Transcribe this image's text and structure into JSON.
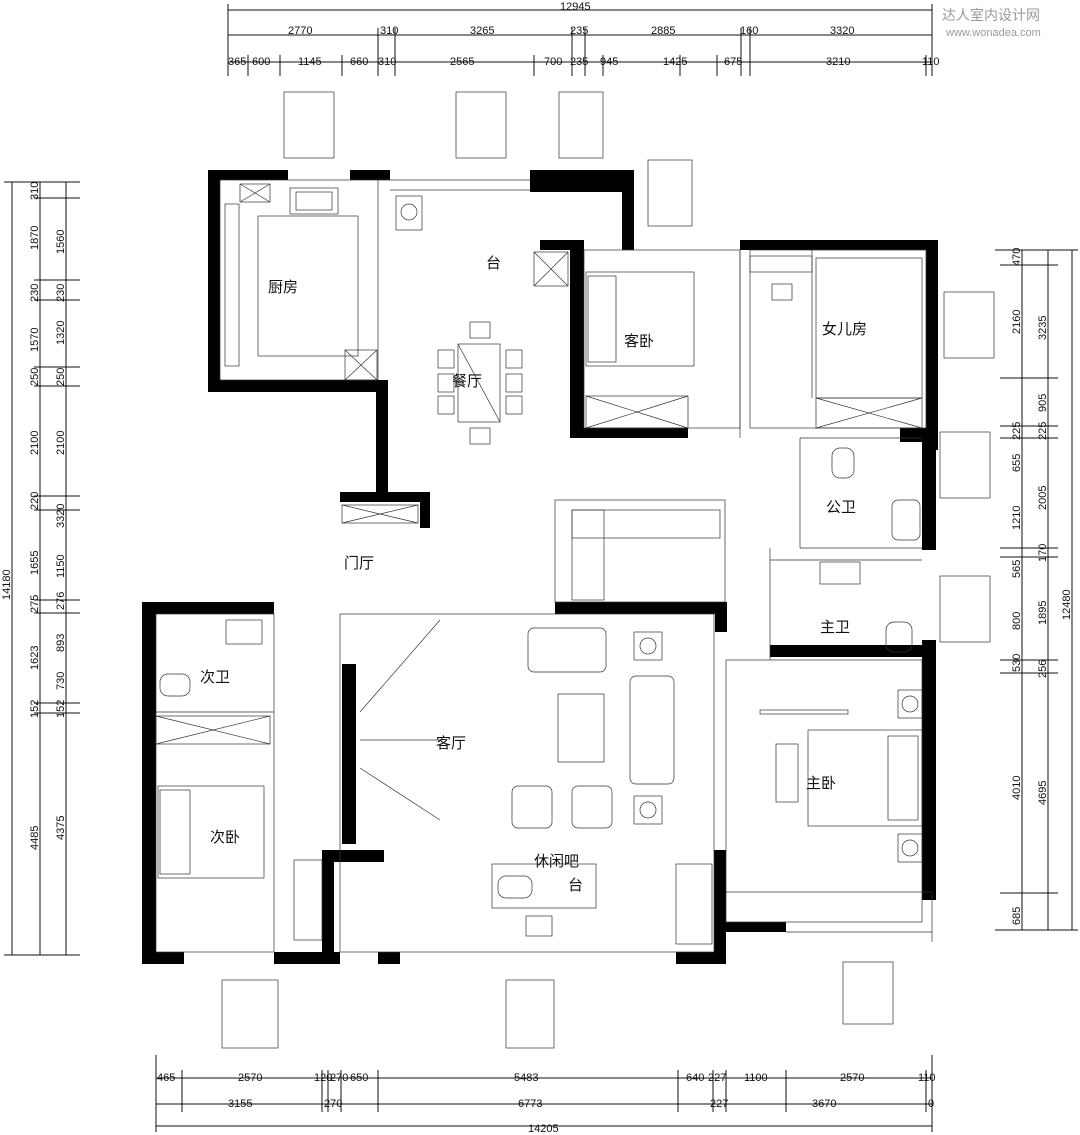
{
  "watermark": {
    "brand": "达人室内设计网",
    "url": "www.wonadea.com"
  },
  "top_dims": {
    "total": "12945",
    "row1": [
      "2770",
      "310",
      "3265",
      "235",
      "2885",
      "160",
      "3320"
    ],
    "row2": [
      "365",
      "600",
      "1145",
      "660",
      "310",
      "2565",
      "700",
      "235",
      "945",
      "1425",
      "675",
      "3210",
      "110"
    ]
  },
  "bottom_dims": {
    "total": "14205",
    "row1": [
      "465",
      "2570",
      "120",
      "270",
      "650",
      "5483",
      "640",
      "227",
      "1100",
      "2570",
      "110"
    ],
    "row2": [
      "3155",
      "270",
      "6773",
      "227",
      "3670",
      "0"
    ]
  },
  "left_dims": {
    "total": "14180",
    "outer": [
      "310",
      "1870",
      "230",
      "1570",
      "250",
      "2100",
      "220",
      "1655",
      "275",
      "1623",
      "152",
      "4485"
    ],
    "inner": [
      "1560",
      "230",
      "1320",
      "250",
      "2100",
      "3320",
      "1150",
      "276",
      "893",
      "730",
      "152",
      "4375"
    ]
  },
  "right_dims": {
    "total": "12480",
    "outer": [
      "3235",
      "905",
      "225",
      "2005",
      "170",
      "1895",
      "256",
      "4695"
    ],
    "inner": [
      "470",
      "2160",
      "225",
      "655",
      "1210",
      "565",
      "800",
      "530",
      "4010",
      "685"
    ]
  },
  "rooms": {
    "kitchen": "厨房",
    "dining": "餐厅",
    "counter_top": "台",
    "guest_bedroom": "客卧",
    "daughter_room": "女儿房",
    "public_bath": "公卫",
    "foyer": "门厅",
    "master_bath": "主卫",
    "second_bath": "次卫",
    "living_room": "客厅",
    "second_bedroom": "次卧",
    "master_bedroom": "主卧",
    "leisure_counter": "休闲吧",
    "leisure_counter_2": "台"
  }
}
